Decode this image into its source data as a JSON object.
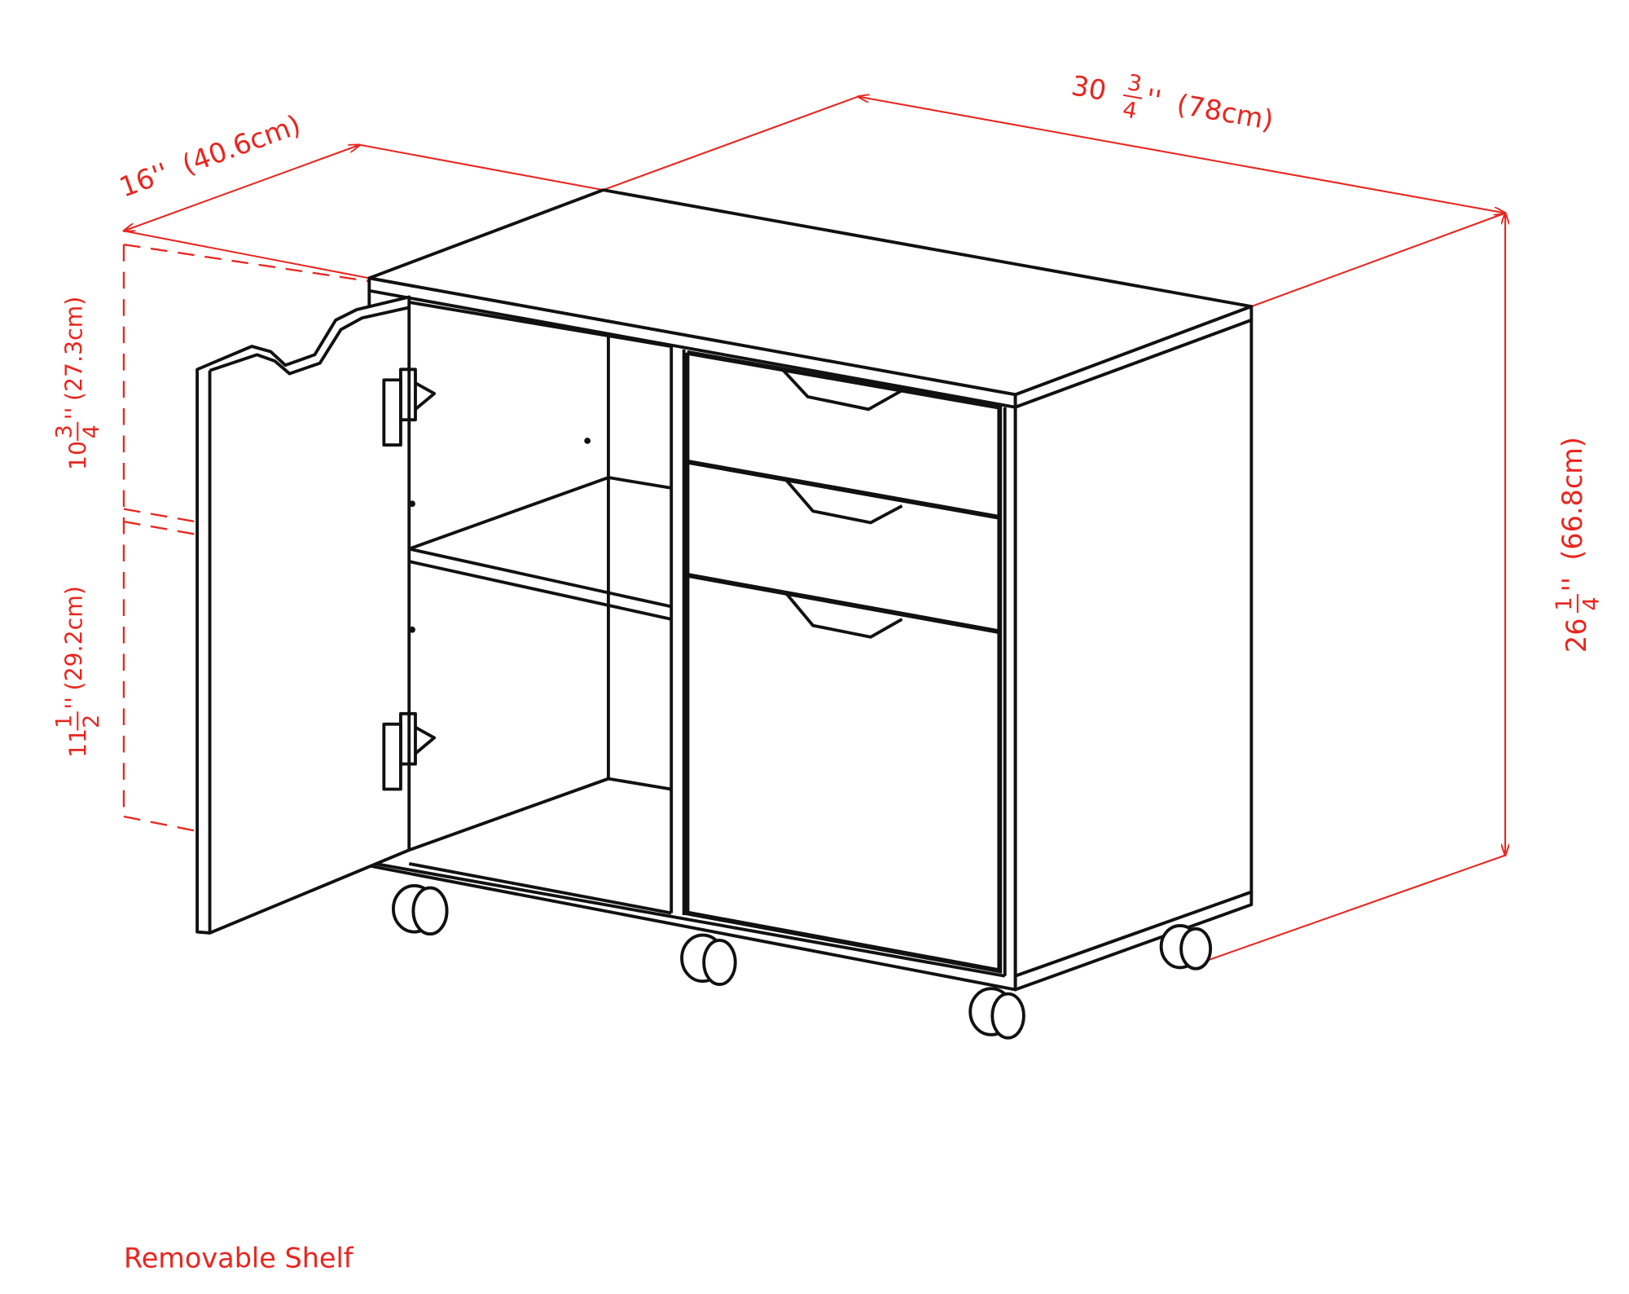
{
  "dimensions": {
    "depth": {
      "whole": "16''",
      "metric": "(40.6cm)"
    },
    "width": {
      "whole": "30",
      "num": "3",
      "den": "4",
      "unit": "''",
      "metric": "(78cm)"
    },
    "height": {
      "whole": "26",
      "num": "1",
      "den": "4",
      "unit": "''",
      "metric": "(66.8cm)"
    },
    "upper_opening": {
      "whole": "10",
      "num": "3",
      "den": "4",
      "unit": "''",
      "metric": "(27.3cm)"
    },
    "lower_opening": {
      "whole": "11",
      "num": "1",
      "den": "2",
      "unit": "''",
      "metric": "(29.2cm)"
    }
  },
  "note": "Removable Shelf",
  "colors": {
    "dimension": "#e8261f",
    "line": "#111111"
  }
}
